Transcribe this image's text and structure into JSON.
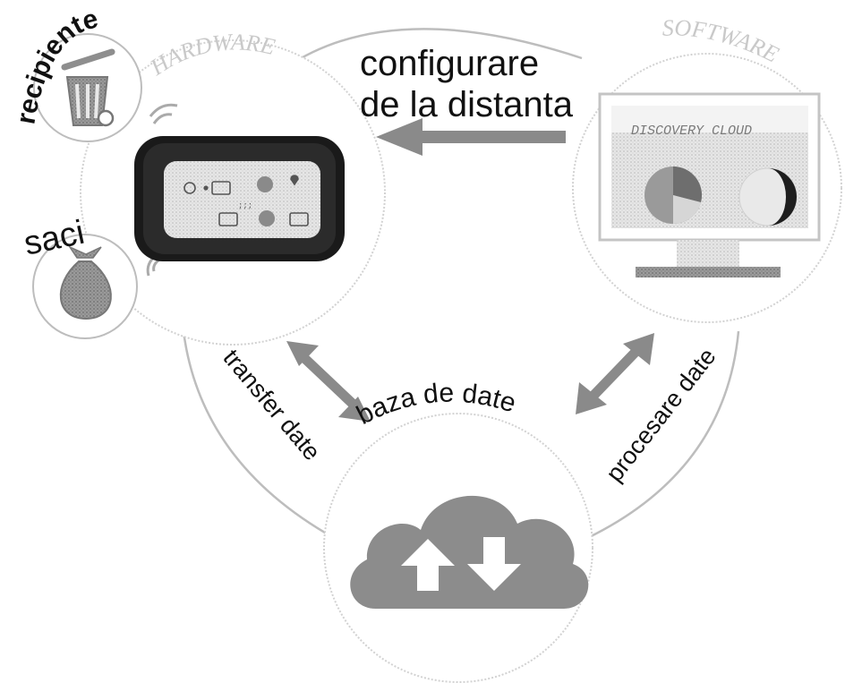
{
  "labels": {
    "hardware": "HARDWARE",
    "software": "SOFTWARE",
    "recipient": "recipiente",
    "bags": "saci",
    "remote_config_line1": "configurare",
    "remote_config_line2": "de la distanta",
    "transfer": "transfer date",
    "database": "baza de date",
    "processing": "procesare date",
    "monitor_title": "DISCOVERY CLOUD"
  },
  "icons": {
    "bin": "trash-bin-icon",
    "bag": "bag-icon",
    "device": "tracker-device-icon",
    "monitor": "monitor-icon",
    "cloud": "cloud-upload-download-icon",
    "wifi": "wifi-signal-icon"
  },
  "colors": {
    "arrow": "#8a8a8a",
    "cloud": "#8c8c8c",
    "device": "#1a1a1a",
    "outline": "#b5b5b5"
  }
}
